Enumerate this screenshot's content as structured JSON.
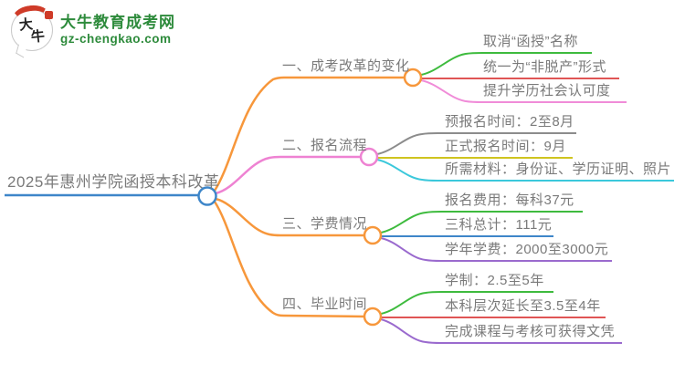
{
  "logo": {
    "symbol_char_1": "大",
    "symbol_char_2": "牛",
    "site_name": "大牛教育成考网",
    "site_domain": "gz-chengkao.com"
  },
  "mindmap": {
    "root": {
      "label": "2025年惠州学院函授本科改革",
      "color": "#3e86c9"
    },
    "branches": [
      {
        "label": "一、成考改革的变化",
        "color": "#f7973b",
        "children": [
          {
            "label": "取消“函授”名称",
            "color": "#3ebb3e"
          },
          {
            "label": "统一为“非脱产”形式",
            "color": "#e05555"
          },
          {
            "label": "提升学历社会认可度",
            "color": "#f08cd8"
          }
        ]
      },
      {
        "label": "二、报名流程",
        "color": "#ee82d2",
        "children": [
          {
            "label": "预报名时间：2至8月",
            "color": "#8c8c8c"
          },
          {
            "label": "正式报名时间：9月",
            "color": "#cfc41f"
          },
          {
            "label": "所需材料：身份证、学历证明、照片",
            "color": "#3bc8db"
          }
        ]
      },
      {
        "label": "三、学费情况",
        "color": "#f7973b",
        "children": [
          {
            "label": "报名费用：每科37元",
            "color": "#3ebb3e"
          },
          {
            "label": "三科总计：111元",
            "color": "#3e86c9"
          },
          {
            "label": "学年学费：2000至3000元",
            "color": "#9a6ace"
          }
        ]
      },
      {
        "label": "四、毕业时间",
        "color": "#f7973b",
        "children": [
          {
            "label": "学制：2.5至5年",
            "color": "#3ebb3e"
          },
          {
            "label": "本科层次延长至3.5至4年",
            "color": "#e05555"
          },
          {
            "label": "完成课程与考核可获得文凭",
            "color": "#9a6ace"
          }
        ]
      }
    ]
  }
}
